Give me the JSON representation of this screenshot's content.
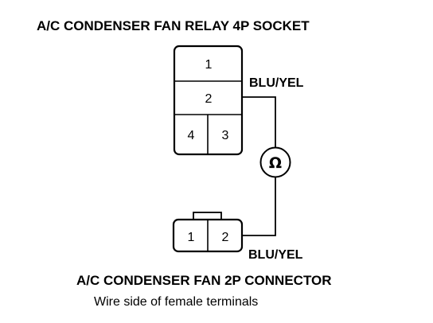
{
  "relay_socket": {
    "title": "A/C CONDENSER FAN RELAY 4P SOCKET",
    "terminals": [
      "1",
      "2",
      "4",
      "3"
    ],
    "wire_label": "BLU/YEL"
  },
  "meter": {
    "symbol": "Ω"
  },
  "fan_connector": {
    "title": "A/C CONDENSER FAN 2P CONNECTOR",
    "note": "Wire side of female terminals",
    "terminals": [
      "1",
      "2"
    ],
    "wire_label": "BLU/YEL"
  }
}
